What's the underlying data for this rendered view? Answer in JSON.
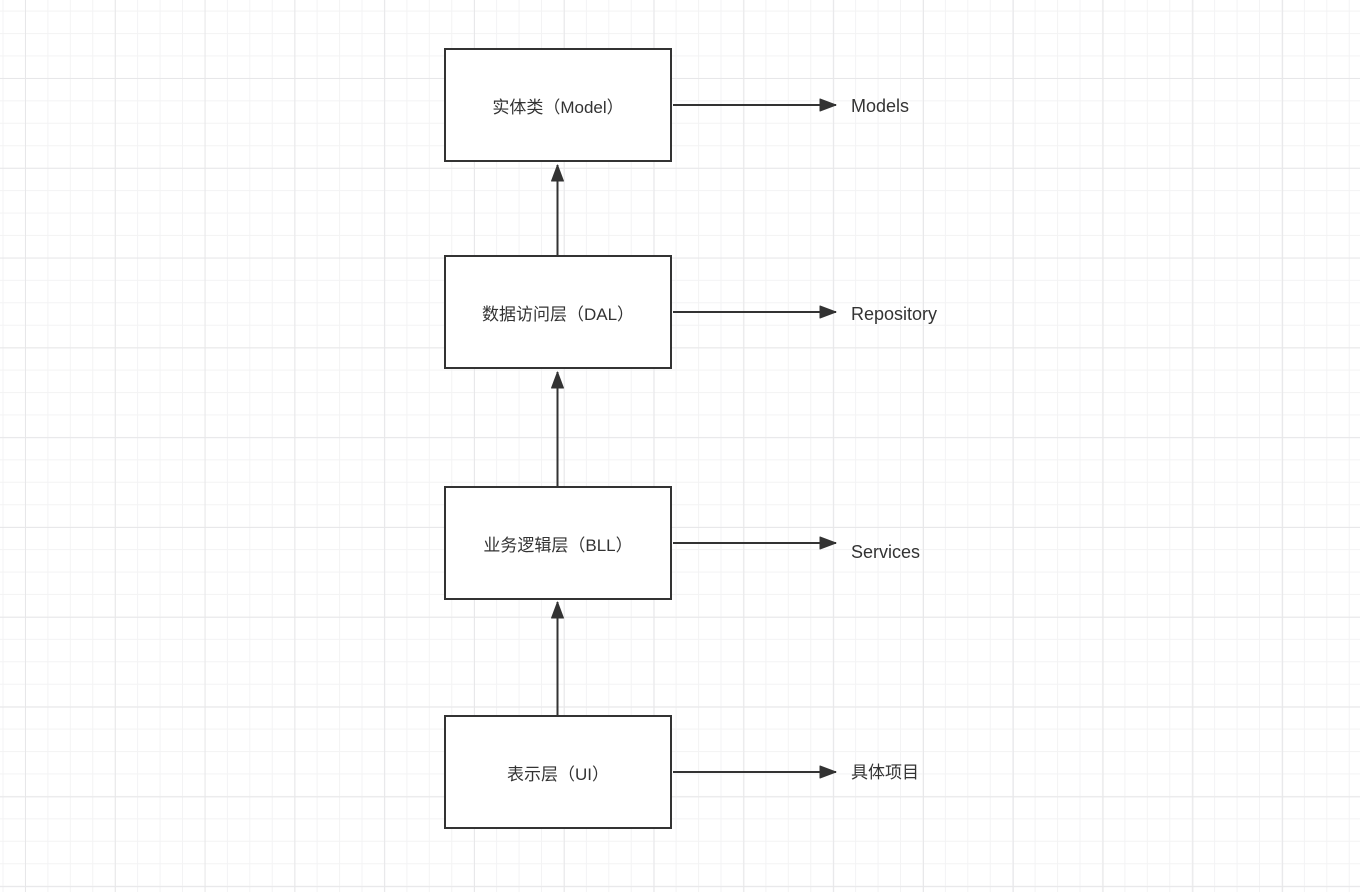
{
  "colors": {
    "stroke": "#333333",
    "text": "#333333",
    "box-fill": "#ffffff",
    "canvas-bg": "#ffffff",
    "grid-minor": "#f3f3f4",
    "grid-major": "#e7e7e9"
  },
  "diagram": {
    "rows": [
      {
        "box_label": "实体类（Model）",
        "target_label": "Models"
      },
      {
        "box_label": "数据访问层（DAL）",
        "target_label": "Repository"
      },
      {
        "box_label": "业务逻辑层（BLL）",
        "target_label": "Services"
      },
      {
        "box_label": "表示层（UI）",
        "target_label": "具体项目"
      }
    ],
    "connections": [
      {
        "from": "表示层（UI）",
        "to": "业务逻辑层（BLL）",
        "style": "arrow-up"
      },
      {
        "from": "业务逻辑层（BLL）",
        "to": "数据访问层（DAL）",
        "style": "arrow-up"
      },
      {
        "from": "数据访问层（DAL）",
        "to": "实体类（Model）",
        "style": "arrow-up"
      },
      {
        "from": "实体类（Model）",
        "to": "Models",
        "style": "arrow-right"
      },
      {
        "from": "数据访问层（DAL）",
        "to": "Repository",
        "style": "arrow-right"
      },
      {
        "from": "业务逻辑层（BLL）",
        "to": "Services",
        "style": "arrow-right"
      },
      {
        "from": "表示层（UI）",
        "to": "具体项目",
        "style": "arrow-right"
      }
    ]
  }
}
